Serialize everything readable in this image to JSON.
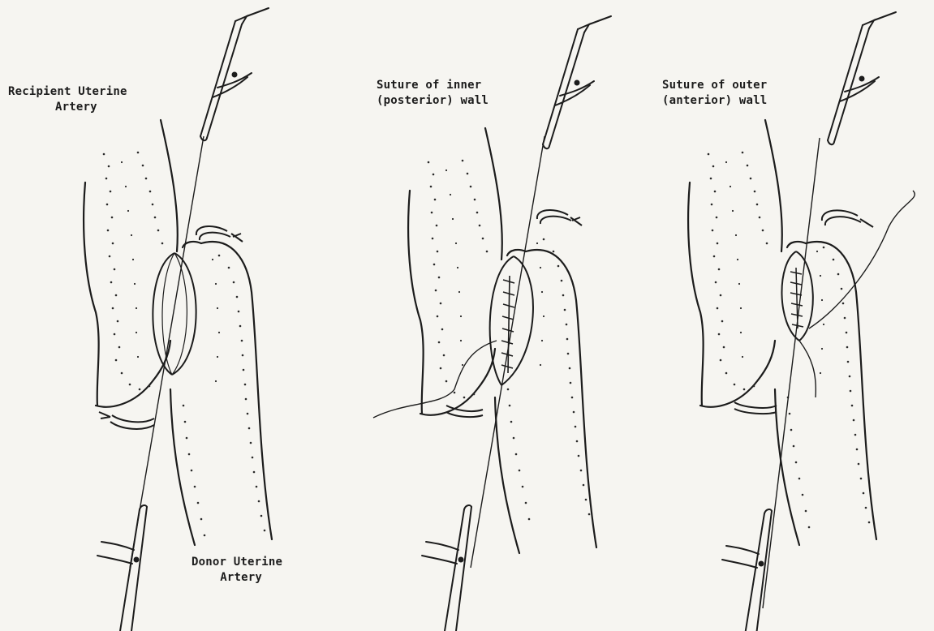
{
  "labels": {
    "recipient": [
      "Recipient Uterine",
      "Artery"
    ],
    "inner": [
      "Suture of inner",
      "(posterior) wall"
    ],
    "outer": [
      "Suture of outer",
      "(anterior) wall"
    ],
    "donor": [
      "Donor Uterine",
      "Artery"
    ]
  },
  "panels": [
    "vessel-approximation",
    "posterior-wall-suture",
    "anterior-wall-suture"
  ],
  "colors": {
    "ink": "#1c1c1c",
    "paper": "#f6f5f1"
  }
}
